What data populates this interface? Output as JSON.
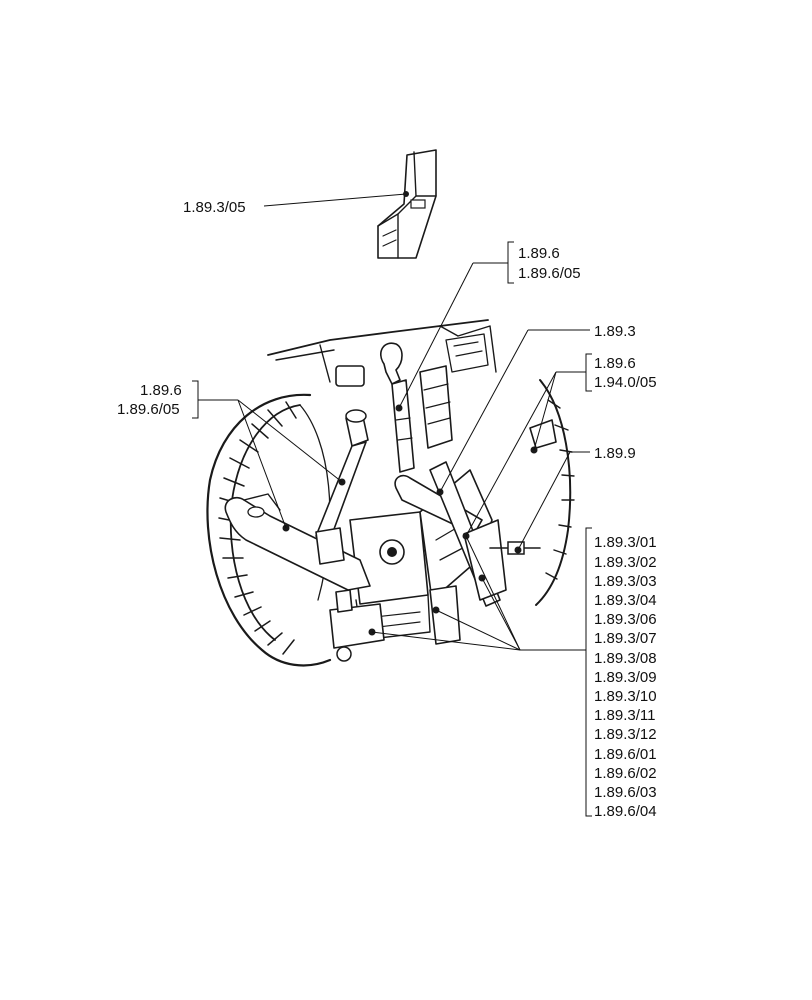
{
  "callouts": {
    "top_part": "1.89.3/05",
    "top_link": [
      "1.89.6",
      "1.89.6/05"
    ],
    "left_arms": [
      "1.89.6",
      "1.89.6/05"
    ],
    "lift_arm": "1.89.3",
    "right_group": [
      "1.89.6",
      "1.94.0/05"
    ],
    "stabilizer": "1.89.9",
    "parts_list": [
      "1.89.3/01",
      "1.89.3/02",
      "1.89.3/03",
      "1.89.3/04",
      "1.89.3/06",
      "1.89.3/07",
      "1.89.3/08",
      "1.89.3/09",
      "1.89.3/10",
      "1.89.3/11",
      "1.89.3/12",
      "1.89.6/01",
      "1.89.6/02",
      "1.89.6/03",
      "1.89.6/04"
    ]
  },
  "illustration": {
    "subject": "tractor rear three-point hitch assembly"
  }
}
